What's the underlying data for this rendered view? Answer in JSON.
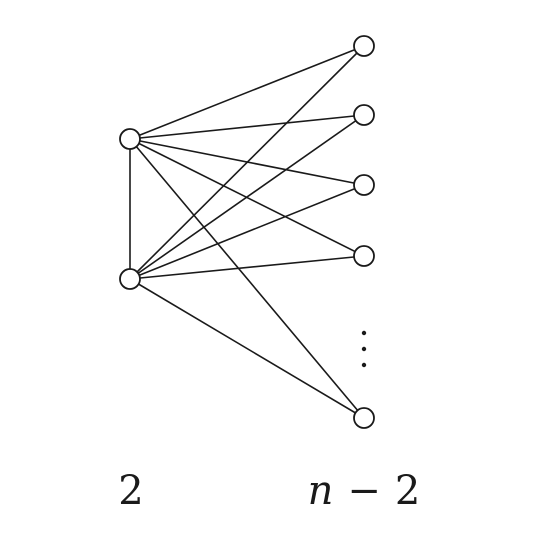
{
  "diagram": {
    "type": "complete-bipartite-plus-edge",
    "left_group": {
      "label": "2",
      "nodes": [
        "u1",
        "u2"
      ]
    },
    "right_group": {
      "label_var": "n",
      "label_op": "−",
      "label_num": "2",
      "nodes": [
        "v1",
        "v2",
        "v3",
        "v4",
        "v5"
      ],
      "ellipsis_between": [
        "v4",
        "v5"
      ]
    },
    "edges": [
      [
        "u1",
        "u2"
      ],
      [
        "u1",
        "v1"
      ],
      [
        "u1",
        "v2"
      ],
      [
        "u1",
        "v3"
      ],
      [
        "u1",
        "v4"
      ],
      [
        "u1",
        "v5"
      ],
      [
        "u2",
        "v1"
      ],
      [
        "u2",
        "v2"
      ],
      [
        "u2",
        "v3"
      ],
      [
        "u2",
        "v4"
      ],
      [
        "u2",
        "v5"
      ]
    ],
    "colors": {
      "stroke": "#1a1a1a",
      "node_fill": "#ffffff",
      "background": "#ffffff"
    }
  }
}
